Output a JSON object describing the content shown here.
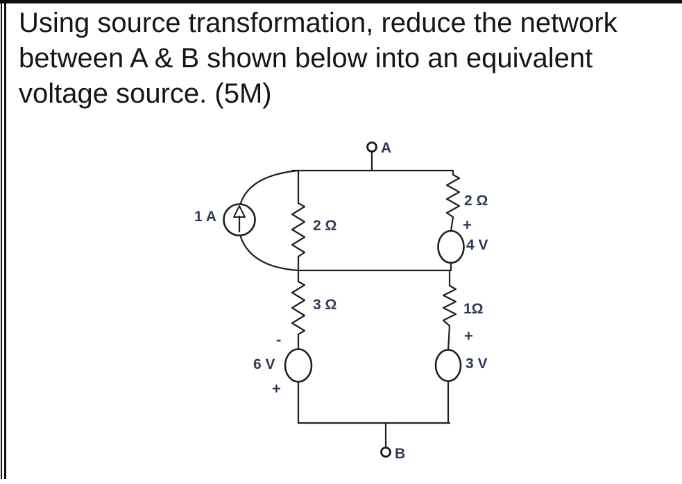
{
  "question": {
    "full_text": "Using source transformation, reduce the network between A & B shown below into an equivalent voltage source. (5M)",
    "lines": [
      "Using source transformation, reduce the network",
      "between A & B shown below into an equivalent",
      "voltage source. (5M)"
    ]
  },
  "circuit": {
    "terminals": {
      "a_label": "A",
      "b_label": "B"
    },
    "current_source": {
      "label": "1 A"
    },
    "resistors": {
      "middle_top": "2 Ω",
      "middle_bottom": "3 Ω",
      "right_top": "2 Ω",
      "right_bottom": "1Ω"
    },
    "voltage_sources": {
      "v4": {
        "label": "4 V",
        "plus": "+"
      },
      "v6": {
        "label": "6 V",
        "minus": "-",
        "plus": "+"
      },
      "v3": {
        "label": "3 V",
        "plus": "+"
      }
    },
    "colors": {
      "wire": "#1f1f1f",
      "label": "#2e3a55",
      "question_text": "#161616"
    }
  }
}
